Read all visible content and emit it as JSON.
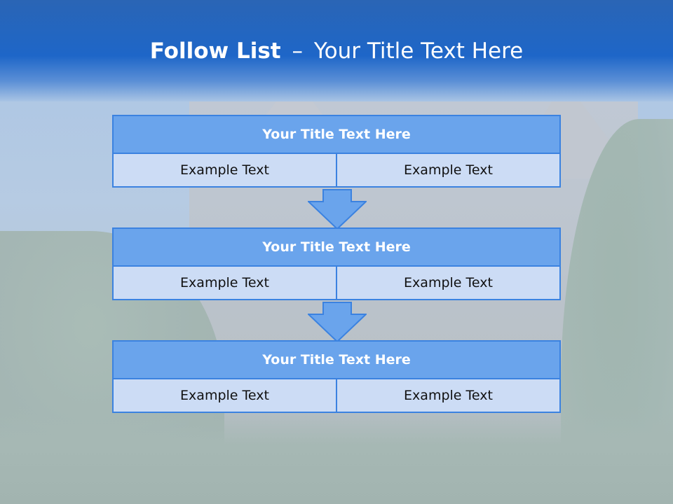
{
  "slide": {
    "title_bold": "Follow List",
    "title_dash": "–",
    "title_rest": "Your Title Text Here"
  },
  "steps": [
    {
      "heading": "Your Title Text Here",
      "left": "Example Text",
      "right": "Example Text"
    },
    {
      "heading": "Your Title Text Here",
      "left": "Example Text",
      "right": "Example Text"
    },
    {
      "heading": "Your Title Text Here",
      "left": "Example Text",
      "right": "Example Text"
    }
  ],
  "colors": {
    "header_blue": "#1e66c8",
    "heading_fill": "#6aa4ec",
    "cell_fill": "#ccdcf5",
    "border_blue": "#3b82e0"
  },
  "icons": [
    "down-arrow-icon",
    "down-arrow-icon"
  ]
}
